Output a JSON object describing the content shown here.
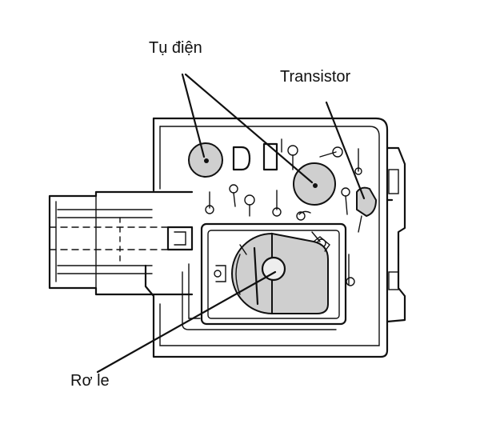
{
  "labels": {
    "capacitor": "Tụ điện",
    "transistor": "Transistor",
    "relay": "Rơ le"
  },
  "colors": {
    "ink": "#111111",
    "component_fill": "#cfcfcf",
    "background": "#ffffff"
  }
}
